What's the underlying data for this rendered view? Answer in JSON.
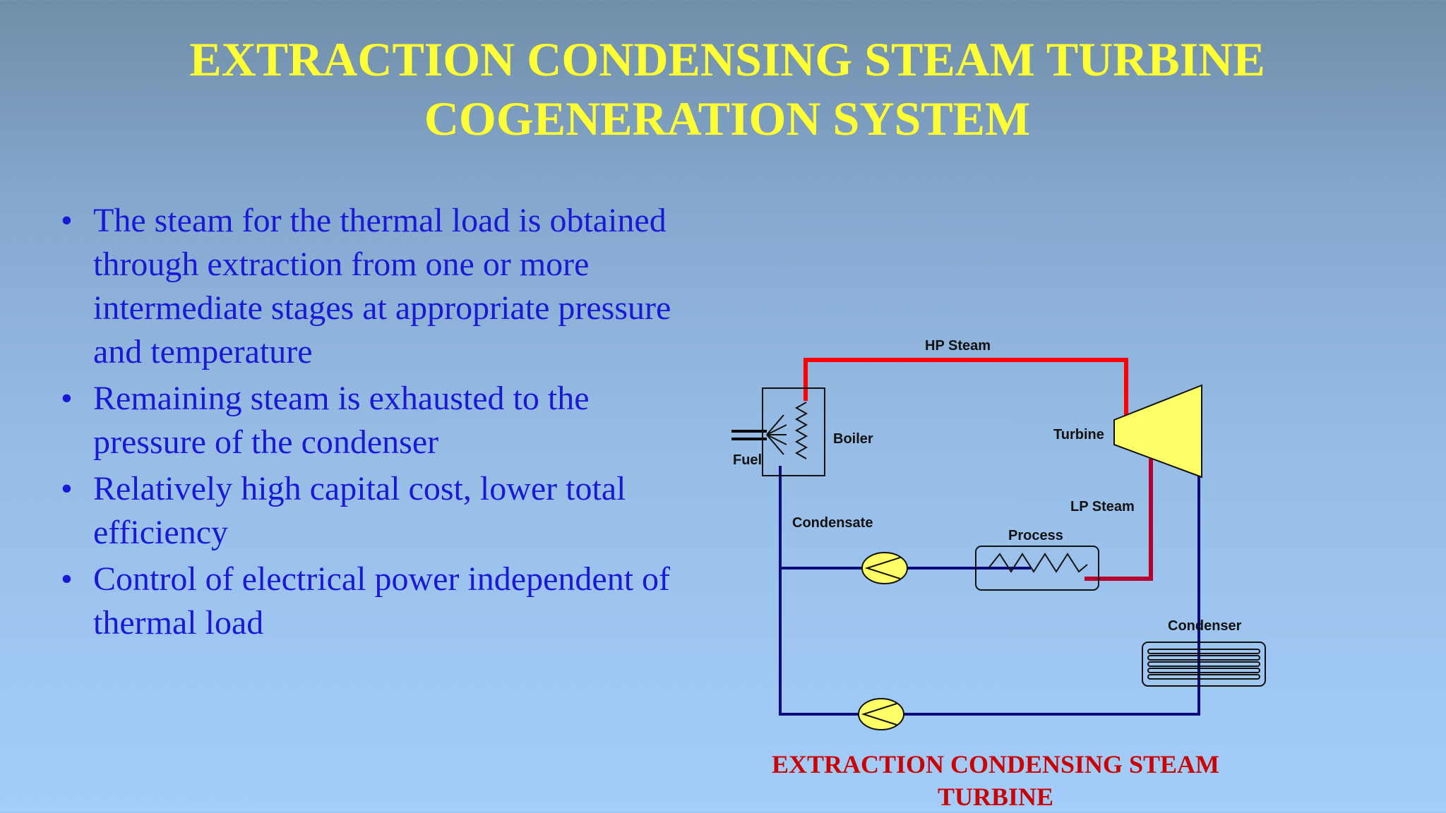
{
  "title": {
    "line1": "EXTRACTION CONDENSING STEAM TURBINE",
    "line2": "COGENERATION SYSTEM"
  },
  "bullets": [
    "The steam for the thermal load is obtained through extraction from one or more intermediate stages at appropriate pressure and temperature",
    "Remaining steam is exhausted to the pressure of the condenser",
    "Relatively high capital cost, lower total efficiency",
    "Control of electrical power independent of thermal load"
  ],
  "diagram": {
    "labels": {
      "hp_steam": "HP Steam",
      "boiler": "Boiler",
      "fuel": "Fuel",
      "turbine": "Turbine",
      "lp_steam": "LP Steam",
      "condensate": "Condensate",
      "process": "Process",
      "condenser": "Condenser"
    },
    "colors": {
      "hp_line": "#ff0000",
      "lp_line": "#b8002e",
      "water_line": "#0a0a7a",
      "equipment_fill": "#ffff66"
    }
  },
  "caption": {
    "line1": "EXTRACTION CONDENSING STEAM",
    "line2": "TURBINE"
  }
}
